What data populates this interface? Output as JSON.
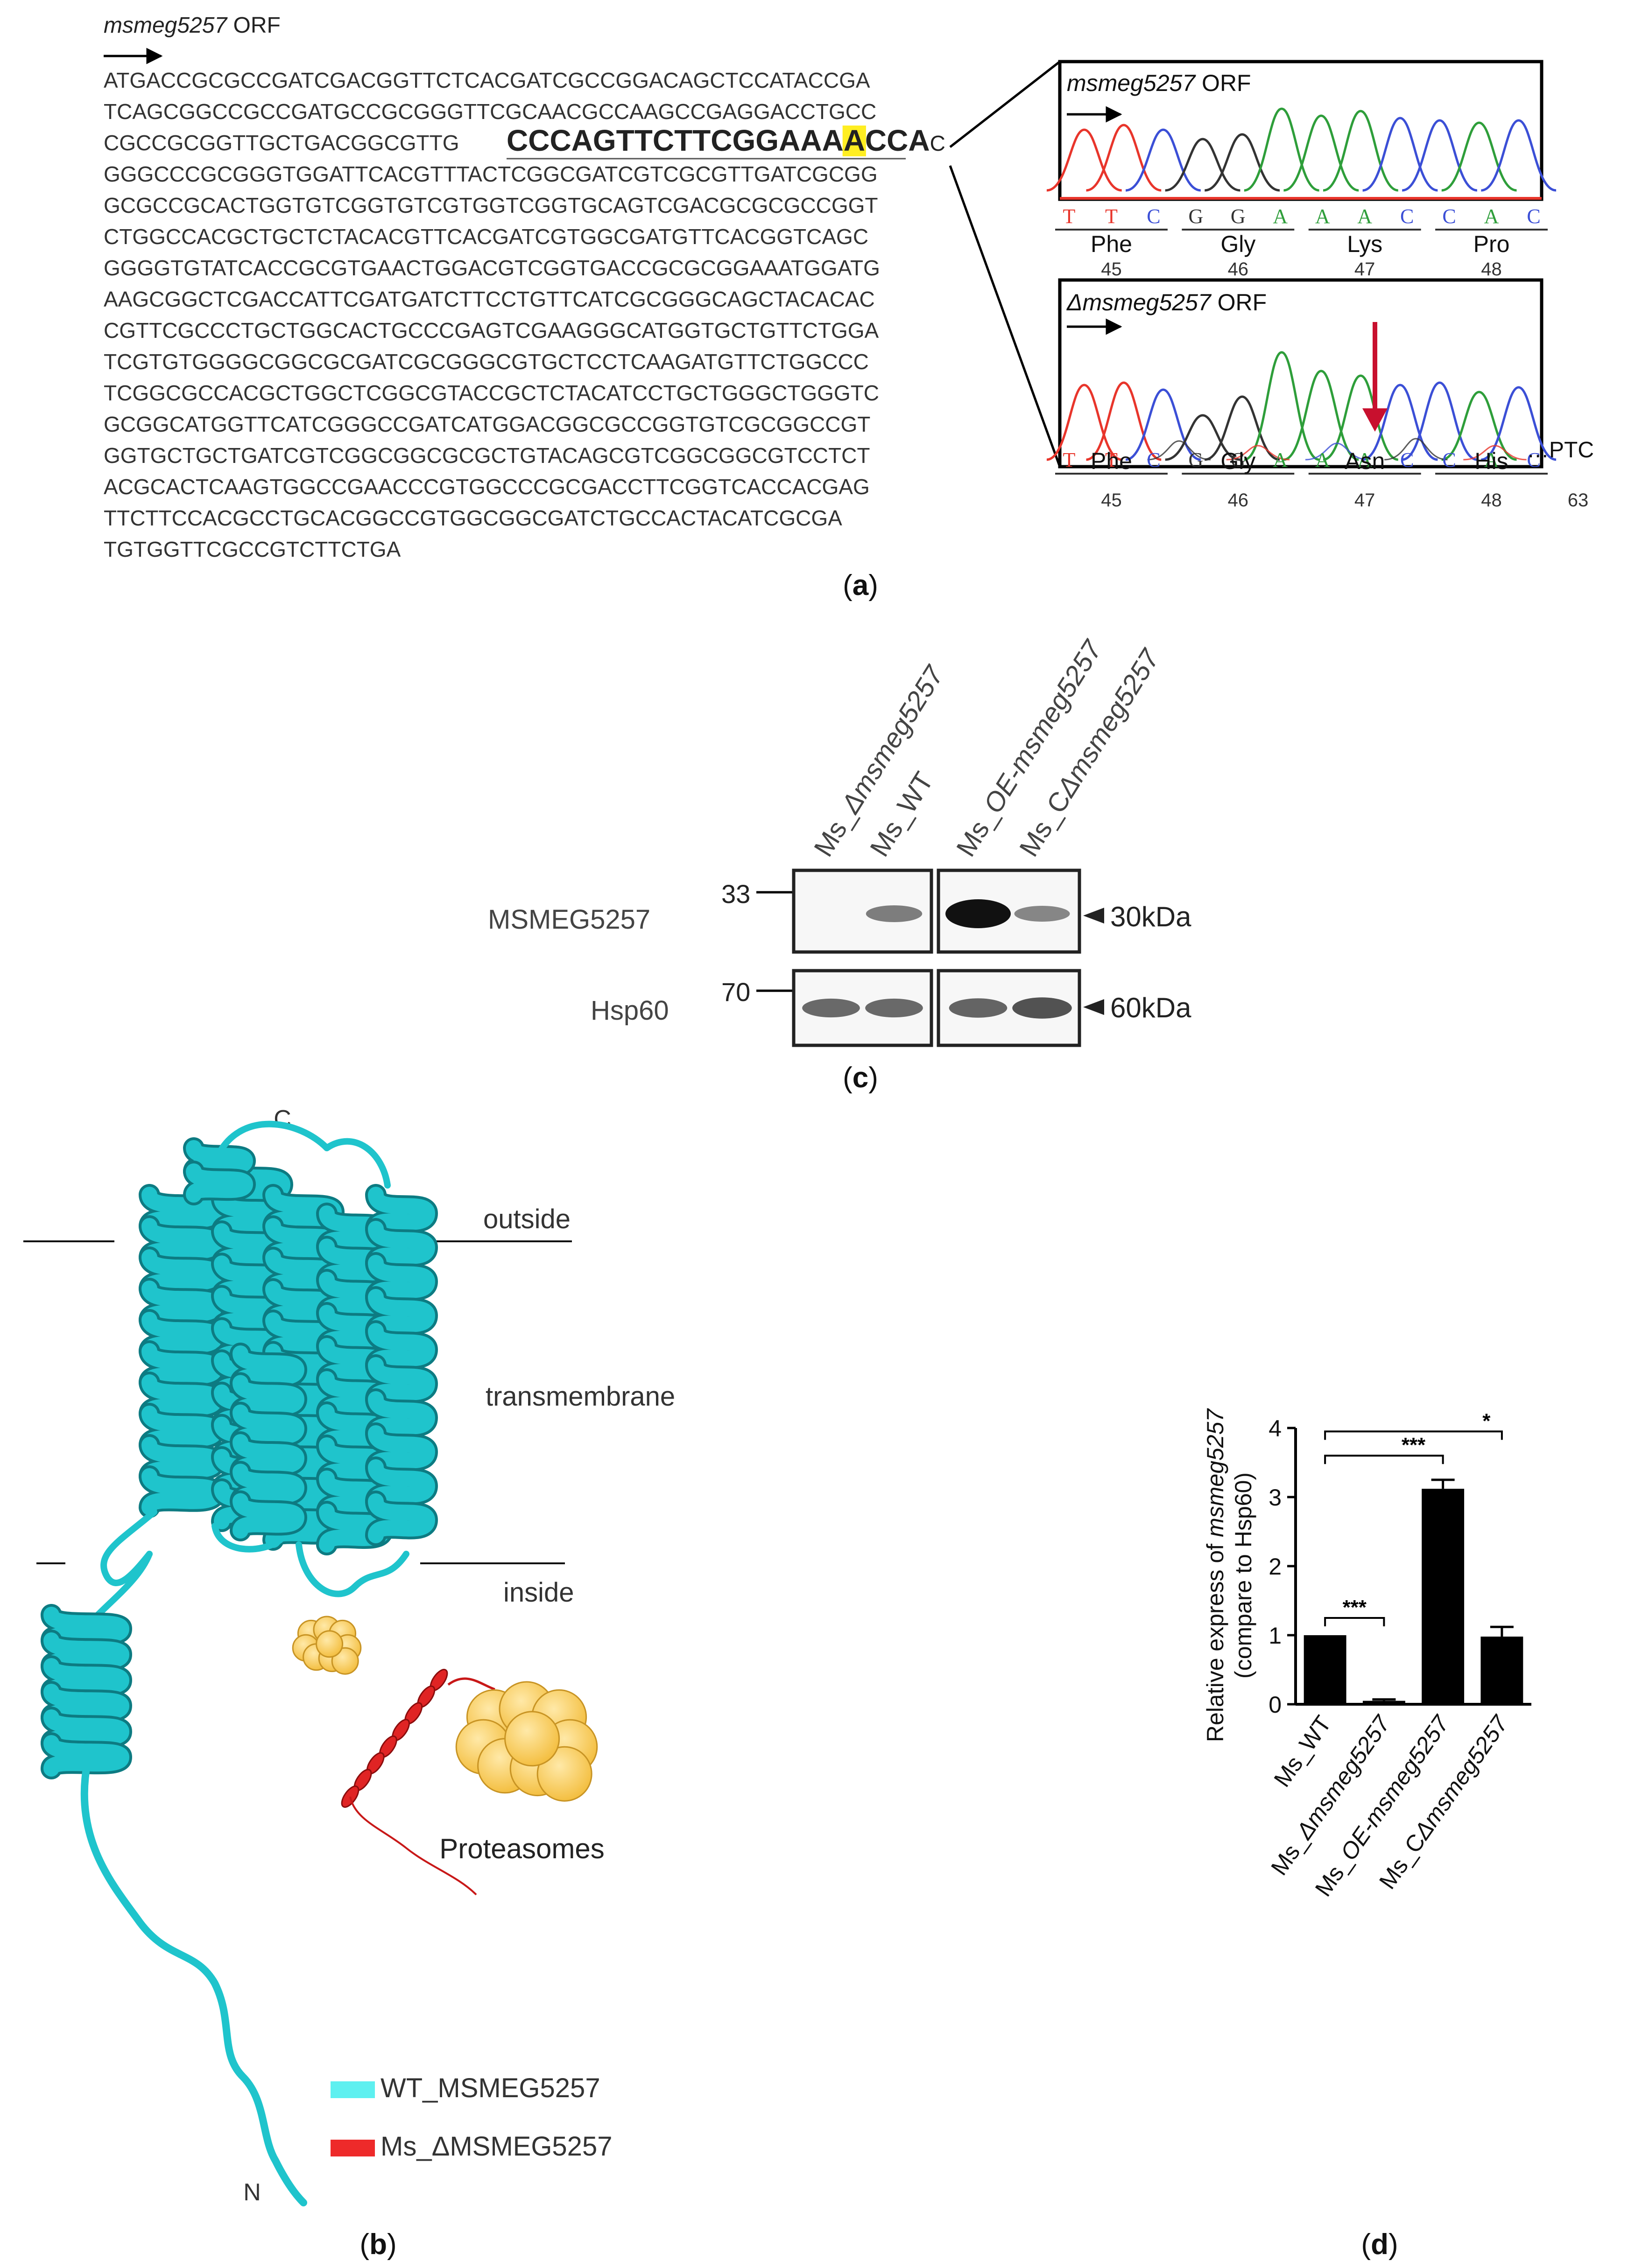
{
  "panel_a": {
    "orf_label": "msmeg5257 ORF",
    "orf_label_italic": "msmeg5257",
    "orf_label_plain": " ORF",
    "sequence_lines": [
      "ATGACCGCGCCGATCGACGGTTCTCACGATCGCCGGACAGCTCCATACCGA",
      "TCAGCGGCCGCCGATGCCGCGGGTTCGCAACGCCAAGCCGAGGACCTGCC",
      "CGCCGCGGTTGCTGACGGCGTTG",
      "GGGCCCGCGGGTGGATTCACGTTTACTCGGCGATCGTCGCGTTGATCGCGG",
      "GCGCCGCACTGGTGTCGGTGTCGTGGTCGGTGCAGTCGACGCGCGCCGGT",
      "CTGGCCACGCTGCTCTACACGTTCACGATCGTGGCGATGTTCACGGTCAGC",
      "GGGGTGTATCACCGCGTGAACTGGACGTCGGTGACCGCGCGGAAATGGATG",
      "AAGCGGCTCGACCATTCGATGATCTTCCTGTTCATCGCGGGCAGCTACACAC",
      "CGTTCGCCCTGCTGGCACTGCCCGAGTCGAAGGGCATGGTGCTGTTCTGGA",
      "TCGTGTGGGGCGGCGCGATCGCGGGCGTGCTCCTCAAGATGTTCTGGCCC",
      "TCGGCGCCACGCTGGCTCGGCGTACCGCTCTACATCCTGCTGGGCTGGGTC",
      "GCGGCATGGTTCATCGGGCCGATCATGGACGGCGCCGGTGTCGCGGCCGT",
      "GGTGCTGCTGATCGTCGGCGGCGCGCTGTACAGCGTCGGCGGCGTCCTCT",
      "ACGCACTCAAGTGGCCGAACCCGTGGCCCGCGACCTTCGGTCACCACGAG",
      "TTCTTCCACGCCTGCACGGCCGTGGCGGCGATCTGCCACTACATCGCGA",
      "TGTGGTTCGCCGTCTTCTGA"
    ],
    "target_bold_1": "CCCAGTTCTTCGGAAA",
    "target_highlight": "A",
    "target_bold_2": "CCA",
    "target_tail": "C",
    "wt_box_title_italic": "msmeg5257",
    "wt_box_title_plain": " ORF",
    "mut_box_title_italic": "Δmsmeg5257",
    "mut_box_title_plain": " ORF",
    "wt_bases": [
      "T",
      "T",
      "C",
      "G",
      "G",
      "A",
      "A",
      "A",
      "C",
      "C",
      "A",
      "C"
    ],
    "mut_bases": [
      "T",
      "T",
      "C",
      "G",
      "G",
      "A",
      "A",
      "A",
      "C",
      "C",
      "A",
      "C"
    ],
    "wt_codons": [
      {
        "aa": "Phe",
        "num": "45"
      },
      {
        "aa": "Gly",
        "num": "46"
      },
      {
        "aa": "Lys",
        "num": "47"
      },
      {
        "aa": "Pro",
        "num": "48"
      }
    ],
    "mut_codons": [
      {
        "aa": "Phe",
        "num": "45"
      },
      {
        "aa": "Gly",
        "num": "46"
      },
      {
        "aa": "Asn",
        "num": "47"
      },
      {
        "aa": "His",
        "num": "48"
      }
    ],
    "ptc_label": "…PTC",
    "ptc_num": "63",
    "caption": "(a)",
    "base_colors": {
      "T": "#e8352b",
      "C": "#3b4fd6",
      "G": "#333333",
      "A": "#2e9e3a"
    }
  },
  "panel_c": {
    "lane_labels": [
      {
        "pre": "Ms_",
        "ital": "Δmsmeg5257"
      },
      {
        "pre": "Ms_WT",
        "ital": ""
      },
      {
        "pre": "Ms_",
        "ital": "OE-msmeg5257"
      },
      {
        "pre": "Ms_C",
        "ital": "Δmsmeg5257"
      }
    ],
    "row1_label": "MSMEG5257",
    "row2_label": "Hsp60",
    "marker1": "33",
    "marker2": "70",
    "size1": "30kDa",
    "size2": "60kDa",
    "band_intensity_row1": [
      0.0,
      0.35,
      1.0,
      0.3
    ],
    "band_intensity_row2": [
      0.7,
      0.7,
      0.75,
      0.9
    ],
    "caption": "(c)"
  },
  "panel_b": {
    "terminus_c": "C",
    "terminus_n": "N",
    "outside_label": "outside",
    "transmembrane_label": "transmembrane",
    "inside_label": "inside",
    "proteasomes_label": "Proteasomes",
    "legend": [
      {
        "label": "WT_MSMEG5257",
        "color": "#5ef0f0"
      },
      {
        "label": "Ms_ΔMSMEG5257",
        "color": "#ee2a2a"
      }
    ],
    "helix_color": "#1fc4cc",
    "caption": "(b)"
  },
  "panel_d": {
    "caption": "(d)",
    "chart_data": {
      "type": "bar",
      "categories": [
        "Ms_WT",
        "Ms_Δmsmeg5257",
        "Ms_OE-msmeg5257",
        "Ms_CΔmsmeg5257"
      ],
      "category_parts": [
        {
          "pre": "Ms_WT",
          "ital": ""
        },
        {
          "pre": "Ms_",
          "ital": "Δmsmeg5257"
        },
        {
          "pre": "Ms_",
          "ital": "OE-msmeg5257"
        },
        {
          "pre": "Ms_C",
          "ital": "Δmsmeg5257"
        }
      ],
      "values": [
        1.0,
        0.05,
        3.12,
        0.98
      ],
      "errors": [
        0.0,
        0.02,
        0.13,
        0.14
      ],
      "ylabel_line1_pre": "Relative express of ",
      "ylabel_line1_ital": "msmeg5257",
      "ylabel_line2": "(compare to Hsp60)",
      "ylim": [
        0,
        4
      ],
      "yticks": [
        "0",
        "1",
        "2",
        "3",
        "4"
      ],
      "significance": [
        {
          "from": 0,
          "to": 1,
          "label": "***"
        },
        {
          "from": 0,
          "to": 2,
          "label": "***"
        },
        {
          "from": 0,
          "to": 3,
          "label": "*"
        }
      ],
      "bar_color": "#000000"
    }
  }
}
